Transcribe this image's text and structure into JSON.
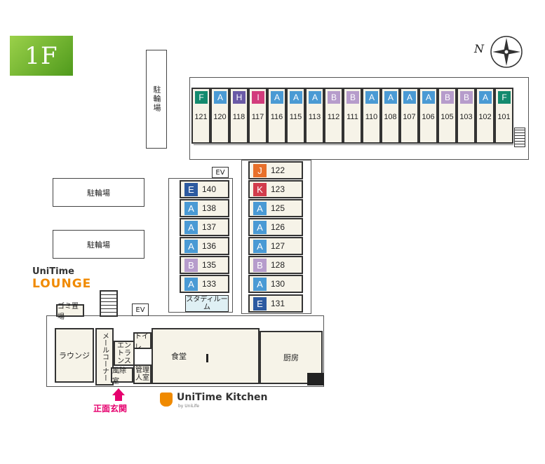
{
  "floor": {
    "label": "1F"
  },
  "compass": {
    "north_label": "N"
  },
  "bicycle_parking": [
    "駐輪場",
    "駐輪場",
    "駐輪場"
  ],
  "room_type_colors": {
    "A": "#4a9ad4",
    "B": "#b69ccb",
    "E": "#2c5aa0",
    "F": "#138a6e",
    "H": "#6a5aa6",
    "I": "#d23c7c",
    "J": "#e8702a",
    "K": "#d23c4c"
  },
  "top_rooms": [
    {
      "type": "F",
      "number": "121"
    },
    {
      "type": "A",
      "number": "120"
    },
    {
      "type": "H",
      "number": "118"
    },
    {
      "type": "I",
      "number": "117"
    },
    {
      "type": "A",
      "number": "116"
    },
    {
      "type": "A",
      "number": "115"
    },
    {
      "type": "A",
      "number": "113"
    },
    {
      "type": "B",
      "number": "112"
    },
    {
      "type": "B",
      "number": "111"
    },
    {
      "type": "A",
      "number": "110"
    },
    {
      "type": "A",
      "number": "108"
    },
    {
      "type": "A",
      "number": "107"
    },
    {
      "type": "A",
      "number": "106"
    },
    {
      "type": "B",
      "number": "105"
    },
    {
      "type": "B",
      "number": "103"
    },
    {
      "type": "A",
      "number": "102"
    },
    {
      "type": "F",
      "number": "101"
    }
  ],
  "left_wing_rooms": [
    {
      "type": "E",
      "number": "140"
    },
    {
      "type": "A",
      "number": "138"
    },
    {
      "type": "A",
      "number": "137"
    },
    {
      "type": "A",
      "number": "136"
    },
    {
      "type": "B",
      "number": "135"
    },
    {
      "type": "A",
      "number": "133"
    }
  ],
  "right_wing_rooms": [
    {
      "type": "J",
      "number": "122"
    },
    {
      "type": "K",
      "number": "123"
    },
    {
      "type": "A",
      "number": "125"
    },
    {
      "type": "A",
      "number": "126"
    },
    {
      "type": "A",
      "number": "127"
    },
    {
      "type": "B",
      "number": "128"
    },
    {
      "type": "A",
      "number": "130"
    },
    {
      "type": "E",
      "number": "131"
    }
  ],
  "facilities": {
    "ev_upper": "EV",
    "ev_lower": "EV",
    "study_room": "スタディルーム",
    "garbage": "ゴミ置場",
    "lounge": "ラウンジ",
    "mail_corner": "メールコーナー",
    "entrance": "エントランス",
    "toilet": "トイレ",
    "windbreak": "風除室",
    "manager_room": "管理人室",
    "dining": "食堂",
    "kitchen": "厨房"
  },
  "brands": {
    "lounge_line1": "UniTime",
    "lounge_line2": "LOUNGE",
    "kitchen": "UniTime Kitchen",
    "kitchen_sub": "by UniLife"
  },
  "main_entrance": "正面玄関"
}
